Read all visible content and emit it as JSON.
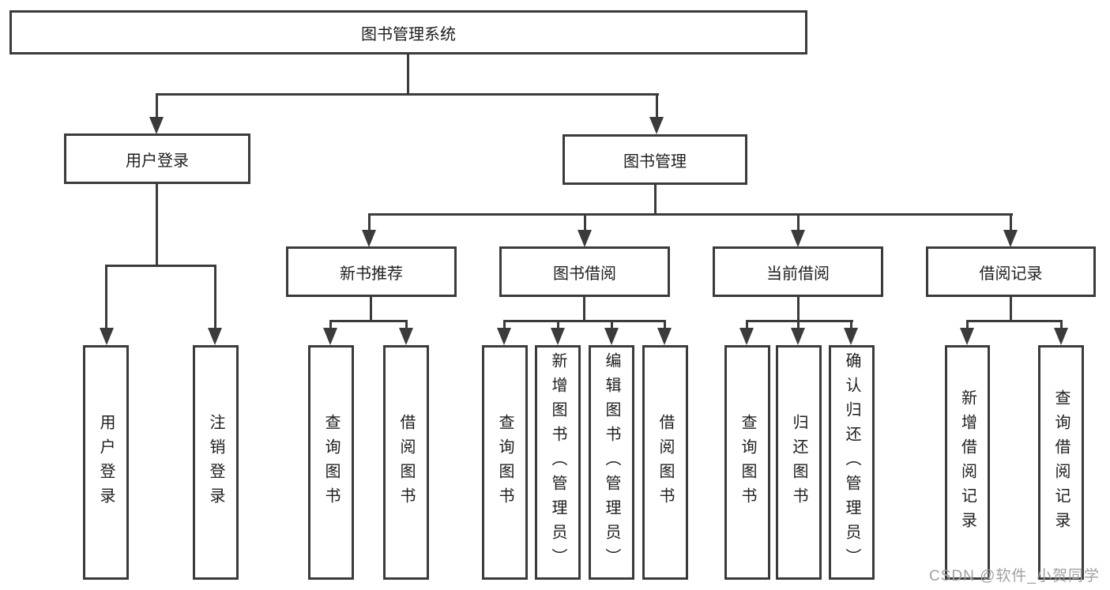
{
  "tree": {
    "root": {
      "label": "图书管理系统"
    },
    "children": [
      {
        "label": "用户登录",
        "children": [
          {
            "label": "用户登录"
          },
          {
            "label": "注销登录"
          }
        ]
      },
      {
        "label": "图书管理",
        "children": [
          {
            "label": "新书推荐",
            "children": [
              {
                "label": "查询图书"
              },
              {
                "label": "借阅图书"
              }
            ]
          },
          {
            "label": "图书借阅",
            "children": [
              {
                "label": "查询图书"
              },
              {
                "label": "新增图书（管理员）"
              },
              {
                "label": "编辑图书（管理员）"
              },
              {
                "label": "借阅图书"
              }
            ]
          },
          {
            "label": "当前借阅",
            "children": [
              {
                "label": "查询图书"
              },
              {
                "label": "归还图书"
              },
              {
                "label": "确认归还（管理员）"
              }
            ]
          },
          {
            "label": "借阅记录",
            "children": [
              {
                "label": "新增借阅记录"
              },
              {
                "label": "查询借阅记录"
              }
            ]
          }
        ]
      }
    ]
  },
  "watermark": {
    "text": "CSDN @软件_小贺同学"
  },
  "colors": {
    "line": "#3b3b3b",
    "text": "#1e1e1e",
    "box_fill": "#ffffff",
    "background": "#ffffff",
    "watermark": "#a0a0a0"
  }
}
